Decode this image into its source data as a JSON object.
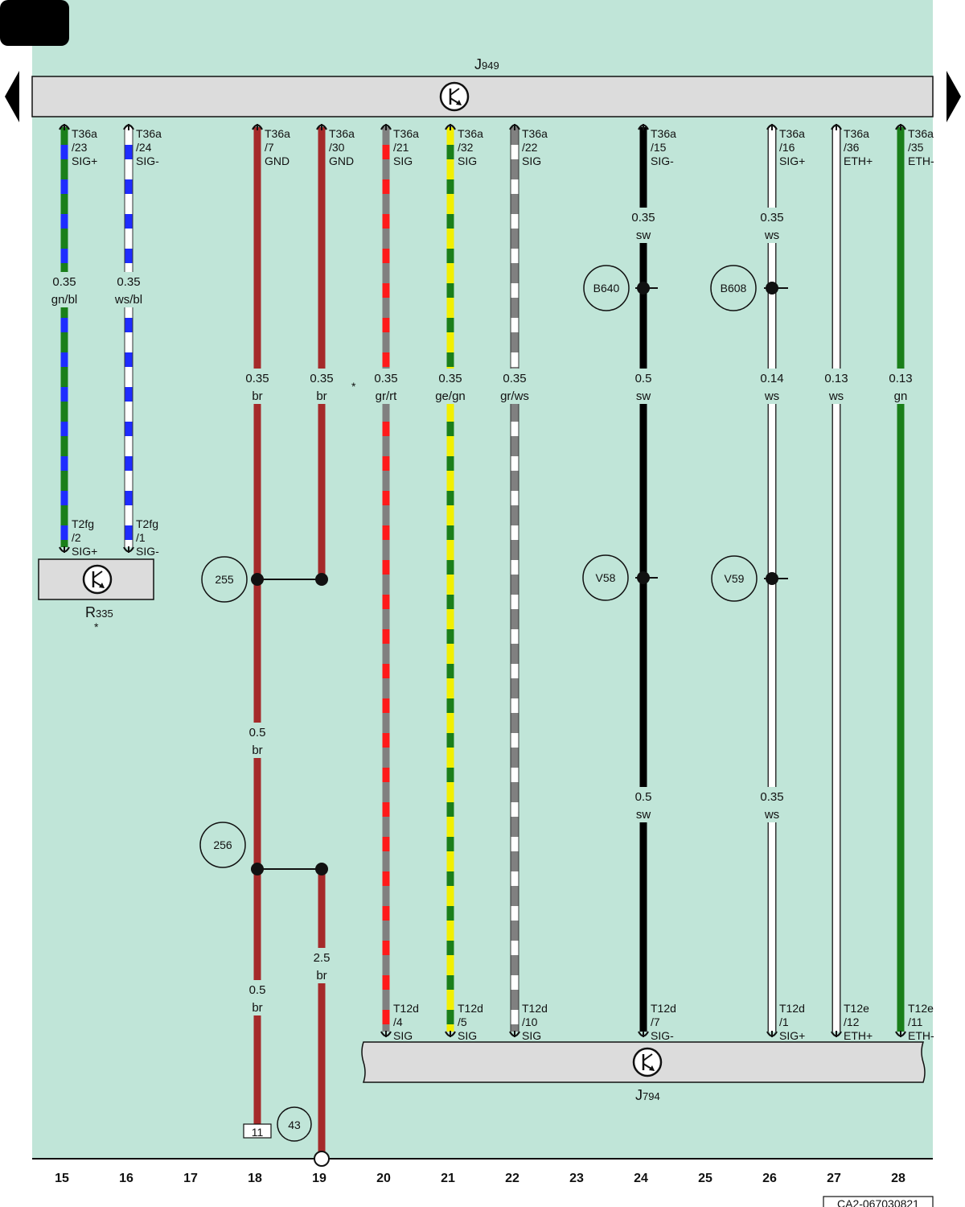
{
  "page_tab": "",
  "colors": {
    "background": "#c0e5d8",
    "wire_br": "#a52a2a",
    "wire_gn": "#1a7f1a",
    "wire_bl": "#1e2cff",
    "wire_ws": "#ffffff",
    "wire_sw": "#000000",
    "wire_rt": "#ff1a1a",
    "wire_gr": "#808080",
    "wire_ge": "#f2ef00",
    "component_fill": "#dcdcdc"
  },
  "components": {
    "top_unit": {
      "name": "J",
      "sub": "949",
      "icon": "transistor-symbol-icon"
    },
    "bottom_unit": {
      "name": "J",
      "sub": "794",
      "icon": "transistor-symbol-icon"
    },
    "left_unit": {
      "name": "R",
      "sub": "335",
      "note": "*",
      "icon": "transistor-symbol-icon"
    }
  },
  "nav": {
    "prev": "previous-page-arrow-icon",
    "next": "next-page-arrow-icon"
  },
  "asterisk_note": "*",
  "wires": [
    {
      "column": "15",
      "colors": [
        "gn",
        "bl"
      ],
      "top_pin": [
        "T36a",
        "/23",
        "SIG+"
      ],
      "bottom_pin": [
        "T2fg",
        "/2",
        "SIG+"
      ],
      "labels": [
        {
          "size": "0.35",
          "color": "gn/bl"
        }
      ]
    },
    {
      "column": "16",
      "colors": [
        "ws",
        "bl"
      ],
      "top_pin": [
        "T36a",
        "/24",
        "SIG-"
      ],
      "bottom_pin": [
        "T2fg",
        "/1",
        "SIG-"
      ],
      "labels": [
        {
          "size": "0.35",
          "color": "ws/bl"
        }
      ]
    },
    {
      "column": "18",
      "colors": [
        "br"
      ],
      "top_pin": [
        "T36a",
        "/7",
        "GND"
      ],
      "labels": [
        {
          "size": "0.35",
          "color": "br"
        },
        {
          "size": "0.5",
          "color": "br"
        },
        {
          "size": "0.5",
          "color": "br"
        }
      ]
    },
    {
      "column": "19",
      "colors": [
        "br"
      ],
      "top_pin": [
        "T36a",
        "/30",
        "GND"
      ],
      "labels": [
        {
          "size": "0.35",
          "color": "br"
        },
        {
          "size": "2.5",
          "color": "br"
        }
      ]
    },
    {
      "column": "20",
      "colors": [
        "gr",
        "rt"
      ],
      "top_pin": [
        "T36a",
        "/21",
        "SIG"
      ],
      "bottom_pin": [
        "T12d",
        "/4",
        "SIG"
      ],
      "labels": [
        {
          "size": "0.35",
          "color": "gr/rt"
        }
      ]
    },
    {
      "column": "21",
      "colors": [
        "ge",
        "gn"
      ],
      "top_pin": [
        "T36a",
        "/32",
        "SIG"
      ],
      "bottom_pin": [
        "T12d",
        "/5",
        "SIG"
      ],
      "labels": [
        {
          "size": "0.35",
          "color": "ge/gn"
        }
      ]
    },
    {
      "column": "22",
      "colors": [
        "gr",
        "ws"
      ],
      "top_pin": [
        "T36a",
        "/22",
        "SIG"
      ],
      "bottom_pin": [
        "T12d",
        "/10",
        "SIG"
      ],
      "labels": [
        {
          "size": "0.35",
          "color": "gr/ws"
        }
      ]
    },
    {
      "column": "24",
      "colors": [
        "sw"
      ],
      "top_pin": [
        "T36a",
        "/15",
        "SIG-"
      ],
      "bottom_pin": [
        "T12d",
        "/7",
        "SIG-"
      ],
      "labels": [
        {
          "size": "0.35",
          "color": "sw"
        },
        {
          "size": "0.5",
          "color": "sw"
        },
        {
          "size": "0.5",
          "color": "sw"
        }
      ]
    },
    {
      "column": "26",
      "colors": [
        "ws"
      ],
      "top_pin": [
        "T36a",
        "/16",
        "SIG+"
      ],
      "bottom_pin": [
        "T12d",
        "/1",
        "SIG+"
      ],
      "labels": [
        {
          "size": "0.35",
          "color": "ws"
        },
        {
          "size": "0.14",
          "color": "ws"
        },
        {
          "size": "0.35",
          "color": "ws"
        }
      ]
    },
    {
      "column": "27",
      "colors": [
        "ws"
      ],
      "top_pin": [
        "T36a",
        "/36",
        "ETH+"
      ],
      "bottom_pin": [
        "T12e",
        "/12",
        "ETH+"
      ],
      "labels": [
        {
          "size": "0.13",
          "color": "ws"
        }
      ]
    },
    {
      "column": "28",
      "colors": [
        "gn"
      ],
      "top_pin": [
        "T36a",
        "/35",
        "ETH-"
      ],
      "bottom_pin": [
        "T12e",
        "/11",
        "ETH-"
      ],
      "labels": [
        {
          "size": "0.13",
          "color": "gn"
        }
      ]
    }
  ],
  "junctions": [
    {
      "id": "255"
    },
    {
      "id": "256"
    },
    {
      "id": "B640"
    },
    {
      "id": "B608"
    },
    {
      "id": "V58"
    },
    {
      "id": "V59"
    }
  ],
  "ground_point": {
    "id": "43",
    "box_label": "11"
  },
  "column_numbers": [
    "15",
    "16",
    "17",
    "18",
    "19",
    "20",
    "21",
    "22",
    "23",
    "24",
    "25",
    "26",
    "27",
    "28"
  ],
  "reference_code": "CA2-067030821"
}
